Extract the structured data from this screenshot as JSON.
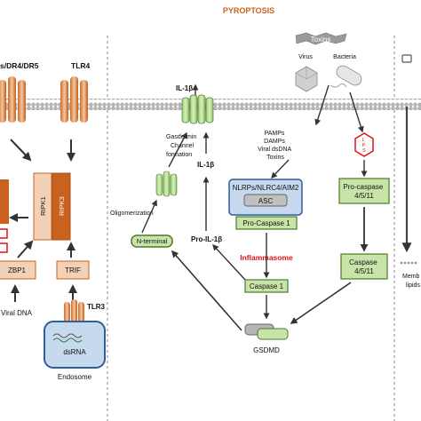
{
  "header": {
    "title": "PYROPTOSIS"
  },
  "left_panel": {
    "receptor_death": "s/DR4/DR5",
    "receptor_tlr4": "TLR4",
    "ripk1": "RIPK1",
    "ripk3": "RIPK3",
    "zbp1": "ZBP1",
    "trif": "TRIF",
    "tlr3": "TLR3",
    "dsrna": "dsRNA",
    "endosome": "Endosome",
    "viral_dna": "Viral DNA"
  },
  "pyroptosis": {
    "toxins": "Toxins",
    "virus": "Virus",
    "bacteria": "Bacteria",
    "il1b_top": "IL-1β",
    "gasdermin_channel": [
      "Gasdermin",
      "Channel",
      "formation"
    ],
    "il1b_mid": "IL-1β",
    "pro_il1b": "Pro-IL-1β",
    "oligomerization": "Oligomerization",
    "n_terminal": "N-terminal",
    "pamps": [
      "PAMPs",
      "DAMPs",
      "Viral dsDNA",
      "Toxins"
    ],
    "lps": [
      "L",
      "P",
      "S"
    ],
    "nlrps": "NLRPs/NLRC4/AIM2",
    "asc": "ASC",
    "pro_caspase1": "Pro-Caspase 1",
    "inflammasome": "Inflammasome",
    "caspase1": "Caspase 1",
    "gsdmd": "GSDMD",
    "pro_caspase_4511": [
      "Pro-caspase",
      "4/5/11"
    ],
    "caspase_4511": [
      "Caspase",
      "4/5/11"
    ]
  },
  "right_panel": {
    "membrane_label": [
      "Memb",
      "lipids"
    ]
  },
  "colors": {
    "orange": "#c9621f",
    "orange_light": "#f3d1b6",
    "green_fill": "#c9e4a8",
    "green_stroke": "#4a7a2a",
    "blue_fill": "#c6d9ee",
    "blue_stroke": "#2f5f9a",
    "red": "#e01010",
    "gray": "#8a8a8a"
  }
}
